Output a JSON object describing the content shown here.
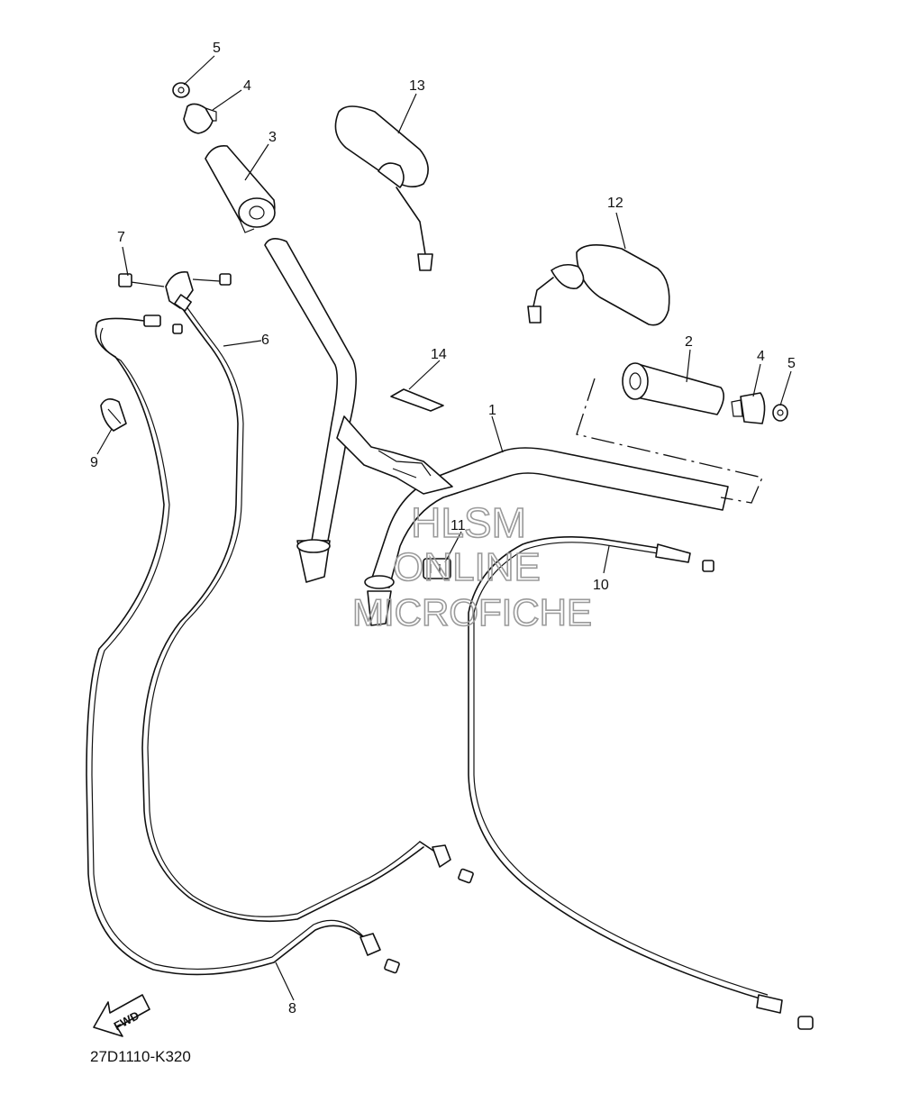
{
  "callouts": {
    "c1": "1",
    "c2": "2",
    "c3": "3",
    "c4a": "4",
    "c4b": "4",
    "c5a": "5",
    "c5b": "5",
    "c6": "6",
    "c7": "7",
    "c8": "8",
    "c9": "9",
    "c10": "10",
    "c11": "11",
    "c12": "12",
    "c13": "13",
    "c14": "14"
  },
  "watermark": {
    "line1": "HLSM",
    "line2": "ONLINE",
    "line3": "MICROFICHE"
  },
  "fwd_label": "FWD",
  "diagram_code": "27D1110-K320"
}
